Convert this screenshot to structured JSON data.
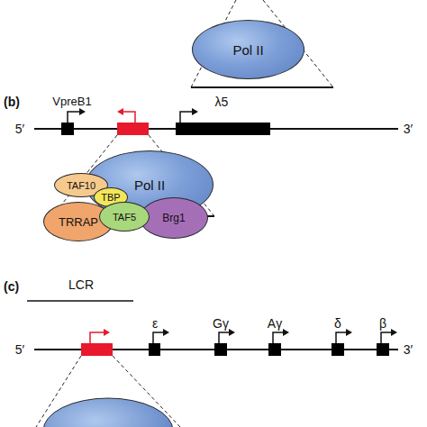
{
  "diagram": {
    "nodes": [
      {
        "text": [
          "Pol II"
        ]
      },
      {
        "text": [
          "Pol II"
        ]
      },
      {
        "text": [
          "TAF10"
        ]
      },
      {
        "text": [
          "TBP"
        ]
      },
      {
        "text": [
          "TRRAP"
        ]
      },
      {
        "text": [
          "TAF5"
        ]
      },
      {
        "text": [
          "Brg1"
        ]
      }
    ],
    "labels": [
      "(b)",
      "VpreB1",
      "λ5",
      "5′",
      "3′",
      "(c)",
      "LCR",
      "ε",
      "Gγ",
      "Aγ",
      "δ",
      "β",
      "5′",
      "3′"
    ]
  }
}
